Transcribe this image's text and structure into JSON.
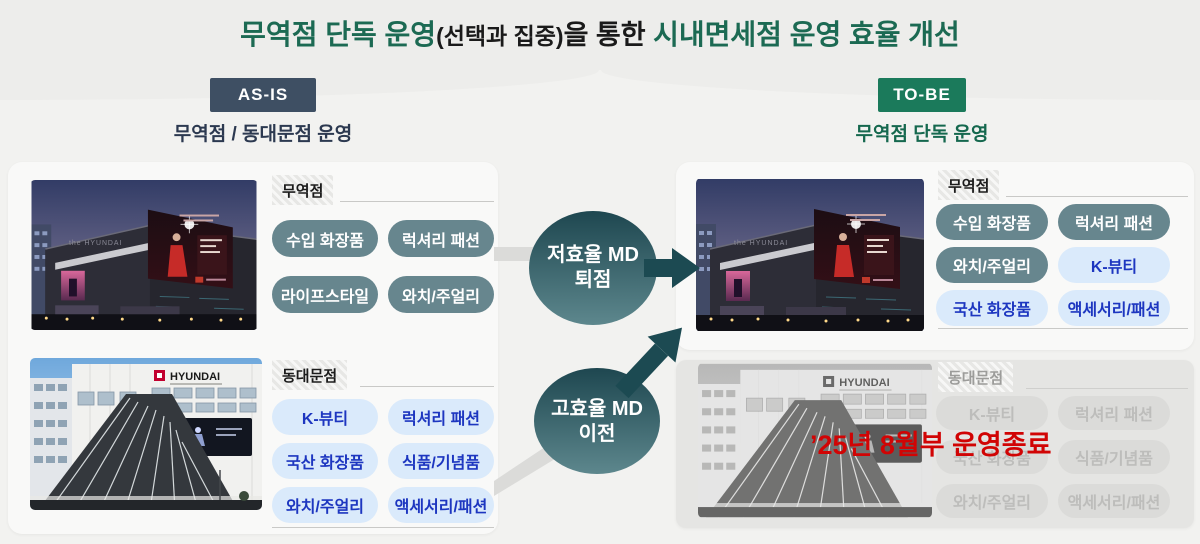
{
  "title": {
    "green_left": "무역점 단독 운영",
    "paren": "(선택과 집중)",
    "black_mid": "을 통한 ",
    "green_right": "시내면세점 운영 효율 개선"
  },
  "as_is": {
    "badge": "AS-IS",
    "subtitle": "무역점 / 동대문점 운영",
    "trade": {
      "header": "무역점",
      "tags": [
        "수입 화장품",
        "럭셔리 패션",
        "라이프스타일",
        "와치/주얼리"
      ]
    },
    "dongdaemun": {
      "header": "동대문점",
      "tags": [
        "K-뷰티",
        "럭셔리 패션",
        "국산 화장품",
        "식품/기념품",
        "와치/주얼리",
        "액세서리/패션"
      ]
    }
  },
  "flow": {
    "step1_line1": "저효율 MD",
    "step1_line2": "퇴점",
    "step2_line1": "고효율 MD",
    "step2_line2": "이전"
  },
  "to_be": {
    "badge": "TO-BE",
    "subtitle": "무역점 단독 운영",
    "trade": {
      "header": "무역점",
      "tags": [
        "수입 화장품",
        "럭셔리 패션",
        "와치/주얼리",
        "K-뷰티",
        "국산 화장품",
        "액세서리/패션"
      ]
    },
    "dongdaemun": {
      "header": "동대문점",
      "closure_notice": "’25년 8월부 운영종료",
      "tags": [
        "K-뷰티",
        "럭셔리 패션",
        "국산 화장품",
        "식품/기념품",
        "와치/주얼리",
        "액세서리/패션"
      ]
    }
  },
  "photo_text": {
    "hyundai_sign": "HYUNDAI",
    "roof_sign": "the HYUNDAI"
  },
  "colors": {
    "title_green": "#1c6a53",
    "asis_navy": "#3e4f63",
    "tobe_green": "#1b7a5b",
    "teal_pill": "#67868e",
    "blue_pill_bg": "#daeafb",
    "blue_pill_text": "#1d36c0",
    "flow_circle": "#1e4750",
    "notice_red": "#d10404"
  }
}
